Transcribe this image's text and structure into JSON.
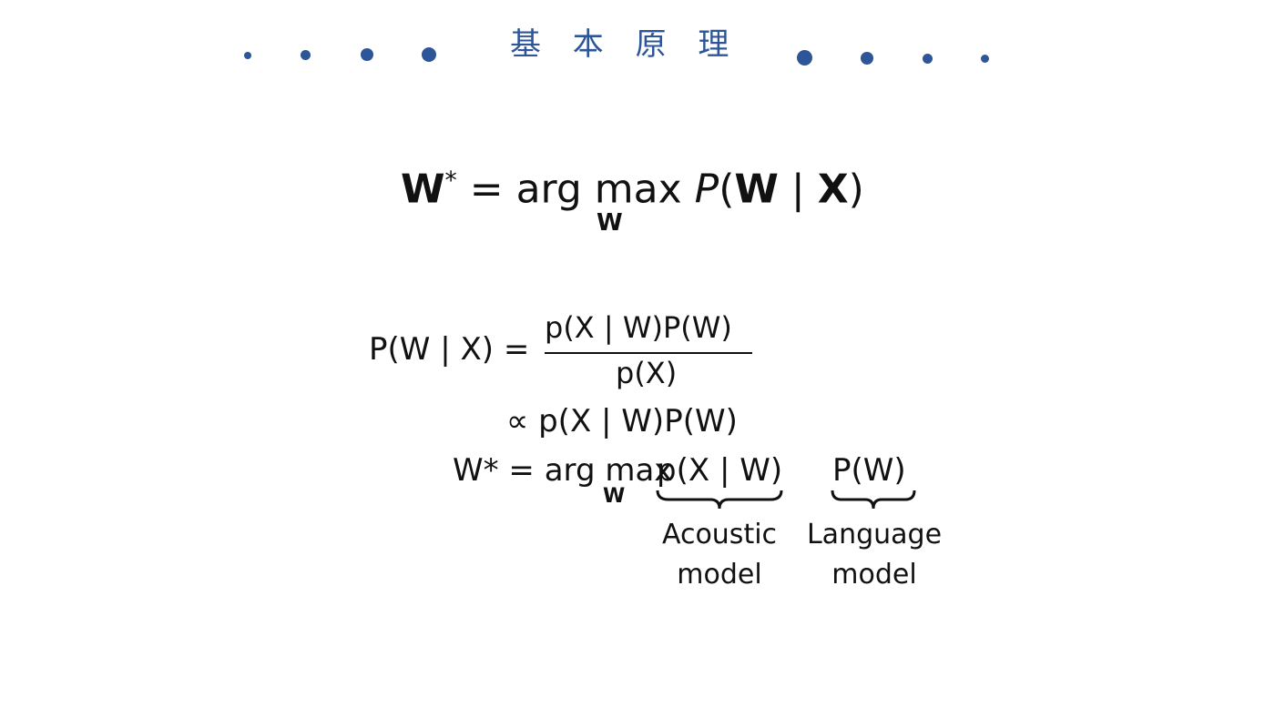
{
  "header": {
    "title": "基 本 原 理"
  },
  "formula1": {
    "lhs": "W",
    "star": "*",
    "eq": " = arg max ",
    "rhs_p": "P",
    "rhs_open": "(",
    "rhs_w": "W",
    "rhs_bar": " | ",
    "rhs_x": "X",
    "rhs_close": ")",
    "sub": "W"
  },
  "formula2": {
    "lhs": "P(W | X) =",
    "numerator": "p(X | W)P(W)",
    "denominator": "p(X)",
    "line2": "∝ p(X | W)P(W)",
    "line3_lhs": "W* = arg max",
    "line3_sub": "W",
    "line3_term1": "p(X | W)",
    "line3_term2": "P(W)",
    "label1_line1": "Acoustic",
    "label1_line2": "model",
    "label2_line1": "Language",
    "label2_line2": "model"
  },
  "colors": {
    "accent": "#2e5597",
    "text": "#111111"
  }
}
